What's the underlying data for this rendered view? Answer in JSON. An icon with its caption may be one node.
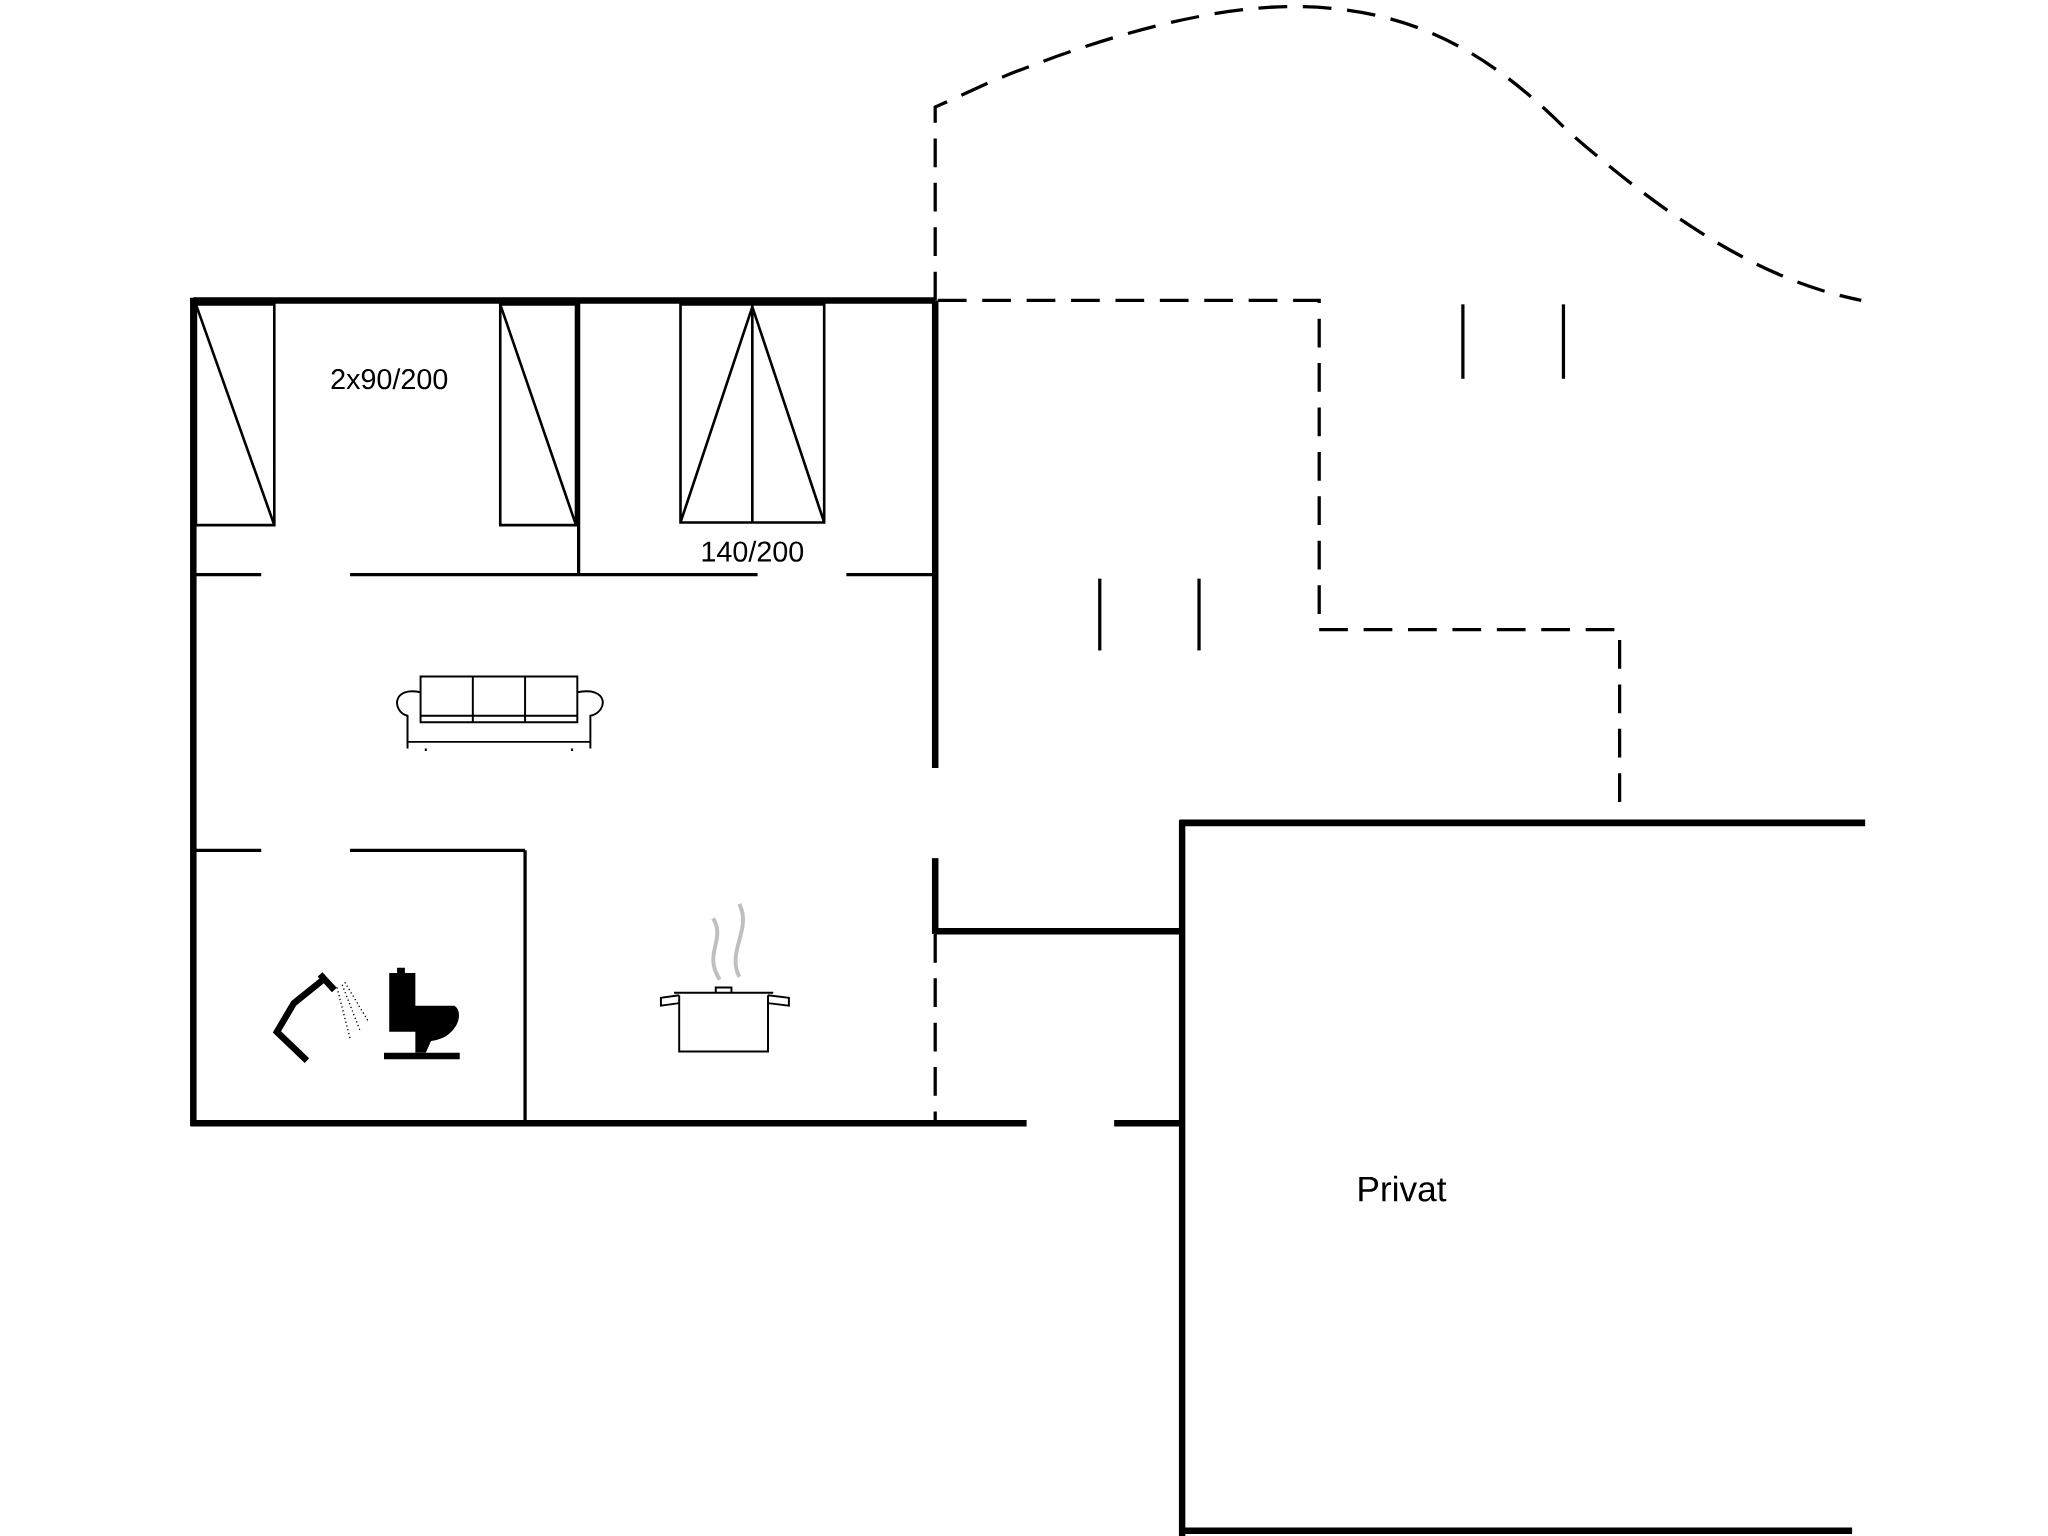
{
  "diagram": {
    "labels": [
      "2x90/200",
      "140/200",
      "Privat"
    ]
  }
}
